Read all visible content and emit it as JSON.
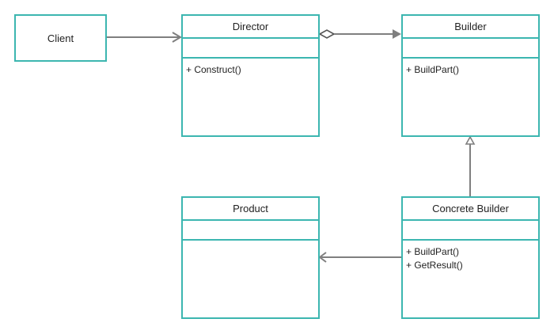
{
  "colors": {
    "border": "#3cb6b0",
    "connector": "#7f7f7f"
  },
  "client": {
    "name": "Client"
  },
  "director": {
    "name": "Director",
    "methods": [
      "+ Construct()"
    ]
  },
  "builder": {
    "name": "Builder",
    "methods": [
      "+ BuildPart()"
    ]
  },
  "product": {
    "name": "Product"
  },
  "concrete_builder": {
    "name": "Concrete Builder",
    "methods": [
      "+ BuildPart()",
      "+ GetResult()"
    ]
  },
  "relations": [
    {
      "from": "Client",
      "to": "Director",
      "type": "association"
    },
    {
      "from": "Director",
      "to": "Builder",
      "type": "aggregation"
    },
    {
      "from": "Concrete Builder",
      "to": "Builder",
      "type": "generalization"
    },
    {
      "from": "Concrete Builder",
      "to": "Product",
      "type": "association"
    }
  ]
}
